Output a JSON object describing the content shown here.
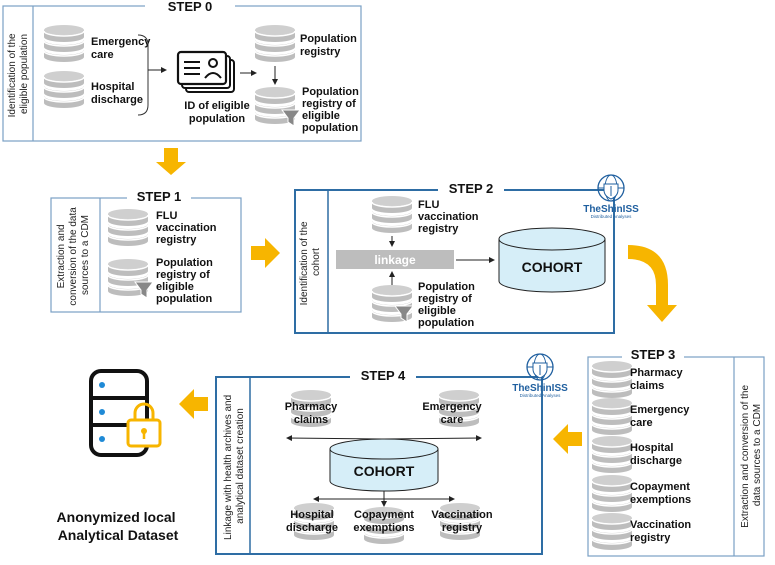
{
  "step0": {
    "title": "STEP 0",
    "side_label": [
      "Identification of the",
      "eligible population"
    ],
    "sources": [
      [
        "Emergency",
        "care"
      ],
      [
        "Hospital",
        "discharge"
      ]
    ],
    "id_label": [
      "ID of eligible",
      "population"
    ],
    "population_registry": [
      "Population",
      "registry"
    ],
    "population_eligible": [
      "Population",
      "registry of",
      "eligible",
      "population"
    ]
  },
  "step1": {
    "title": "STEP 1",
    "side_label": [
      "Extraction and",
      "conversion of the data",
      "sources to a CDM"
    ],
    "items": [
      [
        "FLU",
        "vaccination",
        "registry"
      ],
      [
        "Population",
        "registry of",
        "eligible",
        "population"
      ]
    ]
  },
  "step2": {
    "title": "STEP 2",
    "side_label": [
      "Identification of the",
      "cohort"
    ],
    "flu": [
      "FLU",
      "vaccination",
      "registry"
    ],
    "linkage": "linkage",
    "cohort": "COHORT",
    "population": [
      "Population",
      "registry of",
      "eligible",
      "population"
    ]
  },
  "step3": {
    "title": "STEP 3",
    "side_label": [
      "Extraction and conversion of the",
      "data sources to a CDM"
    ],
    "items": [
      [
        "Pharmacy",
        "claims"
      ],
      [
        "Emergency",
        "care"
      ],
      [
        "Hospital",
        "discharge"
      ],
      [
        "Copayment",
        "exemptions"
      ],
      [
        "Vaccination",
        "registry"
      ]
    ]
  },
  "step4": {
    "title": "STEP 4",
    "side_label": [
      "Linkage with health archives and",
      "analytical dataset creation"
    ],
    "cohort": "COHORT",
    "top": [
      [
        "Pharmacy",
        "claims"
      ],
      [
        "Emergency",
        "care"
      ]
    ],
    "bottom": [
      [
        "Hospital",
        "discharge"
      ],
      [
        "Copayment",
        "exemptions"
      ],
      [
        "Vaccination",
        "registry"
      ]
    ]
  },
  "output": {
    "label": [
      "Anonymized local",
      "Analytical Dataset"
    ]
  },
  "logo": {
    "name": "TheShinISS",
    "tagline": "Distributed Analyses"
  },
  "colors": {
    "frame": "#2e6da4",
    "thin": "#7aa0c4",
    "arrow": "#f7b500",
    "db": "#bdbdbd",
    "cohort_fill": "#d6eef8",
    "linkage_bar": "#bdbdbd"
  }
}
